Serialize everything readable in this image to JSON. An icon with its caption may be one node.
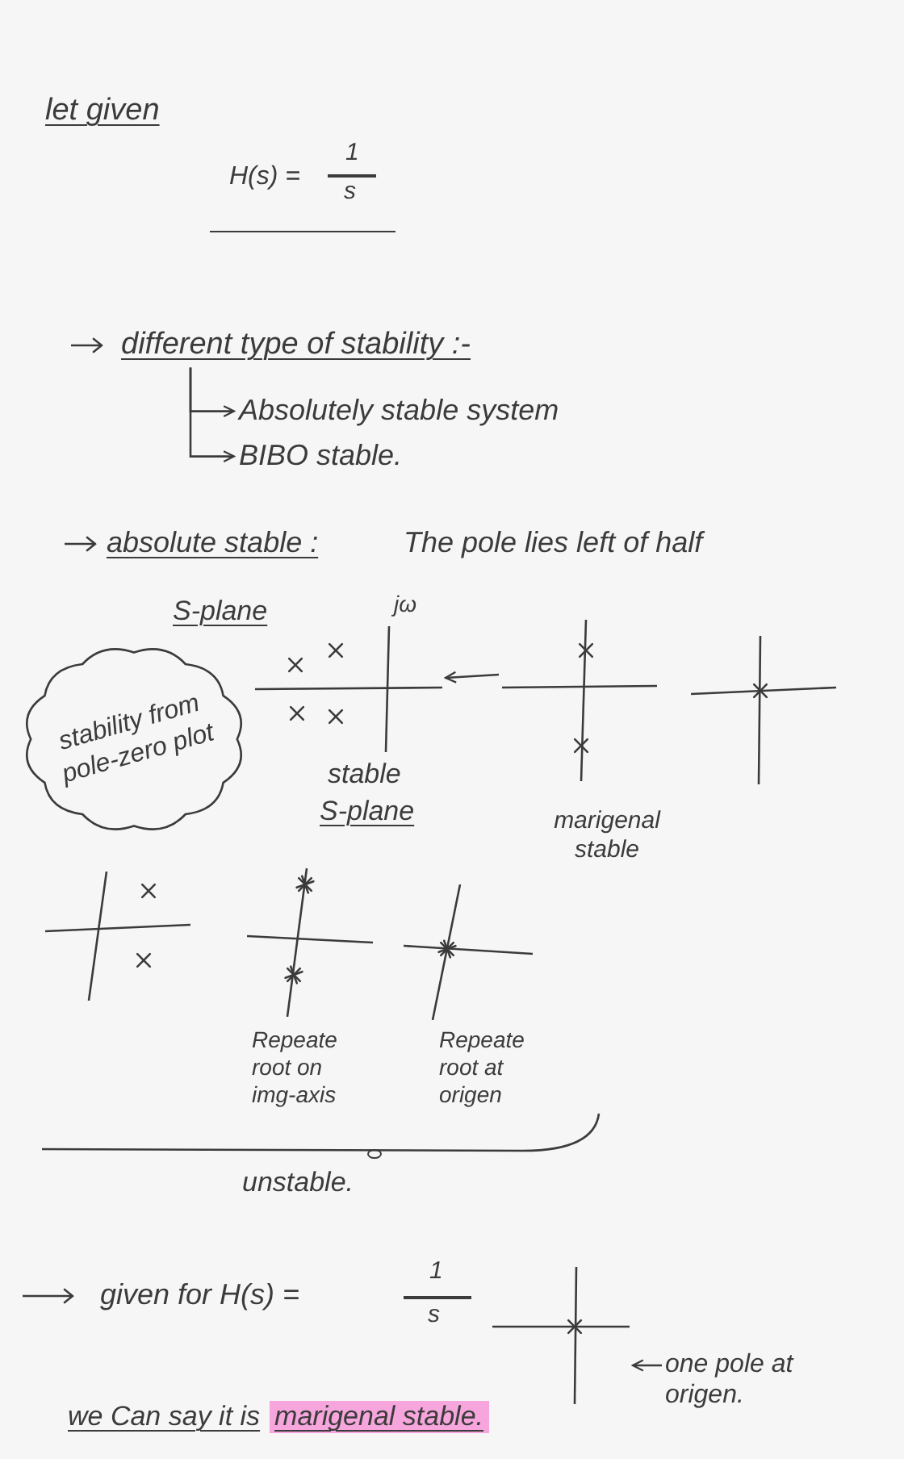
{
  "diagram": {
    "nodes": [
      {
        "text": [
          "different type of stability :-"
        ]
      },
      {
        "text": [
          "Absolutely stable system"
        ]
      },
      {
        "text": [
          "BIBO stable."
        ]
      },
      {
        "text": [
          "stability from pole-zero plot"
        ]
      },
      {
        "text": [],
        "shape": "picture",
        "beside": [
          "jω",
          "stable",
          "S-plane"
        ]
      },
      {
        "text": [],
        "shape": "picture",
        "beside": [
          "marigenal stable"
        ]
      },
      {
        "text": [],
        "shape": "picture"
      },
      {
        "text": [],
        "shape": "picture"
      },
      {
        "text": [],
        "shape": "picture",
        "beside": [
          "Repeate root on img-axis"
        ]
      },
      {
        "text": [],
        "shape": "picture",
        "beside": [
          "Repeate root at origen"
        ]
      },
      {
        "text": [],
        "shape": "picture"
      },
      {
        "text": [
          "one pole at origen."
        ]
      }
    ],
    "edges": [
      {
        "from": 0,
        "to": 1,
        "arrow": "to"
      },
      {
        "from": 0,
        "to": 2,
        "arrow": "to"
      },
      {
        "from": 5,
        "to": 4,
        "arrow": "to"
      },
      {
        "from": 11,
        "to": 10,
        "arrow": "to"
      }
    ],
    "labels": [
      "let given",
      "H(s) =",
      "1",
      "s",
      "absolute stable :",
      "The pole lies left of half",
      "S-plane",
      "unstable.",
      "given for H(s) =",
      "1",
      "s",
      "we Can say it is",
      "marigenal stable."
    ]
  }
}
